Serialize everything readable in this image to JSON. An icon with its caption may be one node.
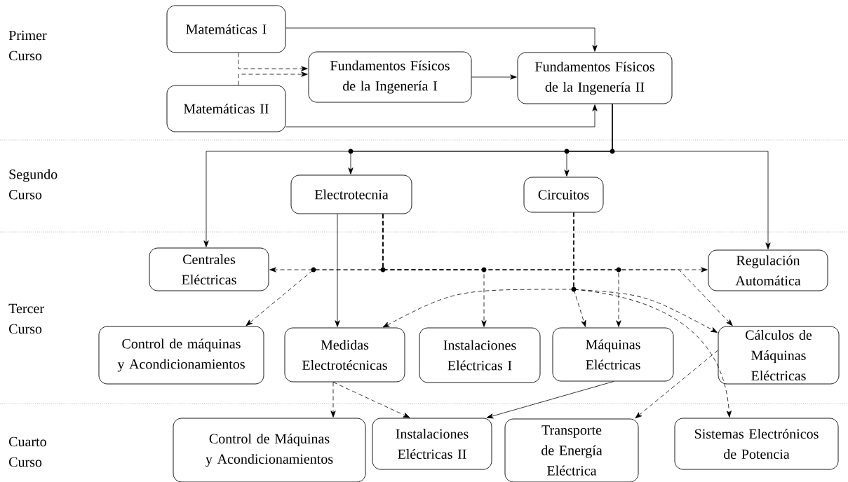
{
  "diagram": {
    "nodes": [
      {
        "text": [
          "Matemáticas I"
        ]
      },
      {
        "text": [
          "Matemáticas II"
        ]
      },
      {
        "text": [
          "Fundamentos Físicos de la Ingenería I"
        ]
      },
      {
        "text": [
          "Fundamentos Físicos de la Ingenería II"
        ]
      },
      {
        "text": [
          "Electrotecnia"
        ]
      },
      {
        "text": [
          "Circuitos"
        ]
      },
      {
        "text": [
          "Centrales Eléctricas"
        ]
      },
      {
        "text": [
          "Regulación Automática"
        ]
      },
      {
        "text": [
          "Control de máquinas y Acondicionamientos"
        ]
      },
      {
        "text": [
          "Medidas Electrotécnicas"
        ]
      },
      {
        "text": [
          "Instalaciones Eléctricas I"
        ]
      },
      {
        "text": [
          "Máquinas Eléctricas"
        ]
      },
      {
        "text": [
          "Cálculos de Máquinas Eléctricas"
        ]
      },
      {
        "text": [
          "Control de Máquinas y Acondicionamientos"
        ]
      },
      {
        "text": [
          "Instalaciones Eléctricas II"
        ]
      },
      {
        "text": [
          "Transporte de Energía Eléctrica"
        ]
      },
      {
        "text": [
          "Sistemas Electrónicos de Potencia"
        ]
      }
    ],
    "edges": [
      {
        "from": 0,
        "to": 3,
        "arrow": "to"
      },
      {
        "from": 0,
        "to": 2,
        "arrow": "to",
        "style": "dashed"
      },
      {
        "from": 1,
        "to": 2,
        "arrow": "to",
        "style": "dashed"
      },
      {
        "from": 2,
        "to": 3,
        "arrow": "to"
      },
      {
        "from": 1,
        "to": 3,
        "arrow": "to"
      },
      {
        "from": 3,
        "to": 4,
        "arrow": "to"
      },
      {
        "from": 3,
        "to": 5,
        "arrow": "to"
      },
      {
        "from": 3,
        "to": 6,
        "arrow": "to"
      },
      {
        "from": 3,
        "to": 7,
        "arrow": "to"
      },
      {
        "from": 4,
        "to": 9,
        "arrow": "to"
      },
      {
        "from": 4,
        "to": 6,
        "arrow": "to",
        "style": "dashed"
      },
      {
        "from": 4,
        "to": 8,
        "arrow": "to",
        "style": "dashed"
      },
      {
        "from": 4,
        "to": 10,
        "arrow": "to",
        "style": "dashed"
      },
      {
        "from": 4,
        "to": 11,
        "arrow": "to",
        "style": "dashed"
      },
      {
        "from": 4,
        "to": 7,
        "arrow": "to",
        "style": "dashed"
      },
      {
        "from": 4,
        "to": 12,
        "arrow": "to",
        "style": "dashed"
      },
      {
        "from": 5,
        "to": 9,
        "arrow": "to",
        "style": "dashed"
      },
      {
        "from": 5,
        "to": 11,
        "arrow": "to",
        "style": "dashed"
      },
      {
        "from": 5,
        "to": 12,
        "arrow": "to",
        "style": "dashed"
      },
      {
        "from": 5,
        "to": 16,
        "arrow": "to",
        "style": "dashed"
      },
      {
        "from": 9,
        "to": 13,
        "arrow": "to",
        "style": "dashed"
      },
      {
        "from": 9,
        "to": 14,
        "arrow": "to",
        "style": "dashed"
      },
      {
        "from": 11,
        "to": 14,
        "arrow": "to"
      },
      {
        "from": 12,
        "to": 15,
        "arrow": "to",
        "style": "dashed"
      }
    ],
    "labels": [
      "Primer Curso",
      "Segundo Curso",
      "Tercer Curso",
      "Cuarto Curso"
    ]
  }
}
